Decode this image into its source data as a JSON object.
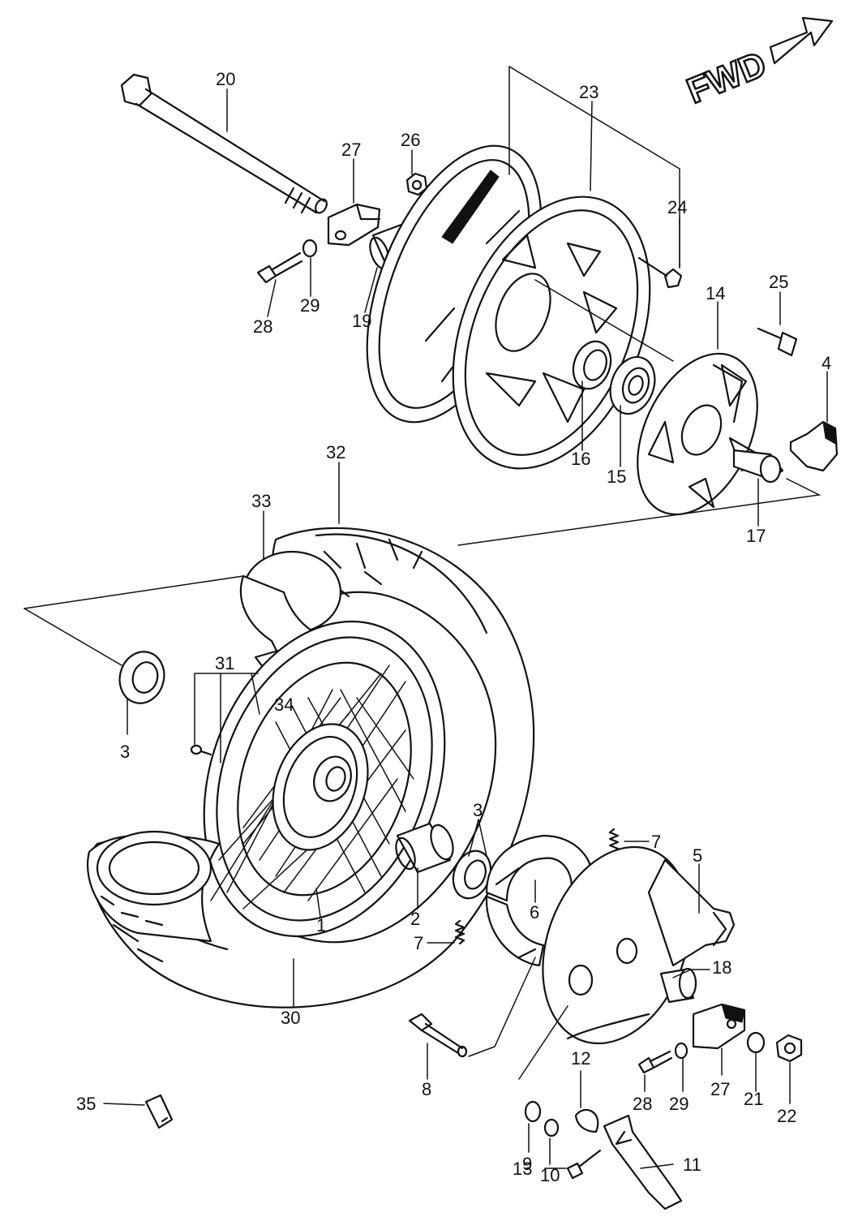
{
  "direction_label": "FWD",
  "callouts": {
    "n1": "1",
    "n2": "2",
    "n3a": "3",
    "n3b": "3",
    "n4": "4",
    "n5": "5",
    "n6": "6",
    "n7a": "7",
    "n7b": "7",
    "n8": "8",
    "n9": "9",
    "n10": "10",
    "n11": "11",
    "n12": "12",
    "n13": "13",
    "n14": "14",
    "n15": "15",
    "n16": "16",
    "n17": "17",
    "n18": "18",
    "n19": "19",
    "n20": "20",
    "n21": "21",
    "n22": "22",
    "n23": "23",
    "n24": "24",
    "n25": "25",
    "n26": "26",
    "n27a": "27",
    "n27b": "27",
    "n28a": "28",
    "n28b": "28",
    "n29a": "29",
    "n29b": "29",
    "n30": "30",
    "n31": "31",
    "n32": "32",
    "n33": "33",
    "n34": "34",
    "n35": "35"
  }
}
